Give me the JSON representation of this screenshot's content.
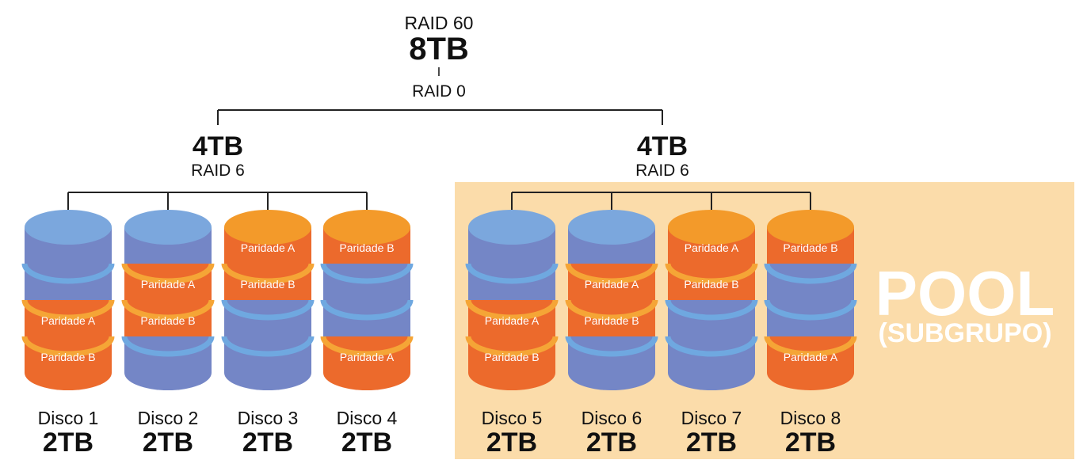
{
  "colors": {
    "blue": "#7486c6",
    "blue_top": "#7ba7dd",
    "blue_rim": "#6fa8e0",
    "orange": "#ec6a2c",
    "orange_top": "#f39a2a",
    "orange_rim": "#f5a536",
    "pool_bg": "#fbdcaa",
    "line": "#222222"
  },
  "top": {
    "raid_label": "RAID 60",
    "capacity": "8TB",
    "tick": "I",
    "stripe_label": "RAID 0"
  },
  "groups": [
    {
      "capacity": "4TB",
      "raid_label": "RAID 6",
      "disks": [
        {
          "name": "Disco 1",
          "capacity": "2TB",
          "segments": [
            {
              "color": "blue",
              "label": ""
            },
            {
              "color": "blue",
              "label": ""
            },
            {
              "color": "orange",
              "label": "Paridade A"
            },
            {
              "color": "orange",
              "label": "Paridade B"
            }
          ]
        },
        {
          "name": "Disco 2",
          "capacity": "2TB",
          "segments": [
            {
              "color": "blue",
              "label": ""
            },
            {
              "color": "orange",
              "label": "Paridade A"
            },
            {
              "color": "orange",
              "label": "Paridade B"
            },
            {
              "color": "blue",
              "label": ""
            }
          ]
        },
        {
          "name": "Disco 3",
          "capacity": "2TB",
          "segments": [
            {
              "color": "orange",
              "label": "Paridade A"
            },
            {
              "color": "orange",
              "label": "Paridade B"
            },
            {
              "color": "blue",
              "label": ""
            },
            {
              "color": "blue",
              "label": ""
            }
          ]
        },
        {
          "name": "Disco 4",
          "capacity": "2TB",
          "segments": [
            {
              "color": "orange",
              "label": "Paridade B"
            },
            {
              "color": "blue",
              "label": ""
            },
            {
              "color": "blue",
              "label": ""
            },
            {
              "color": "orange",
              "label": "Paridade A"
            }
          ]
        }
      ]
    },
    {
      "capacity": "4TB",
      "raid_label": "RAID 6",
      "disks": [
        {
          "name": "Disco 5",
          "capacity": "2TB",
          "segments": [
            {
              "color": "blue",
              "label": ""
            },
            {
              "color": "blue",
              "label": ""
            },
            {
              "color": "orange",
              "label": "Paridade A"
            },
            {
              "color": "orange",
              "label": "Paridade B"
            }
          ]
        },
        {
          "name": "Disco 6",
          "capacity": "2TB",
          "segments": [
            {
              "color": "blue",
              "label": ""
            },
            {
              "color": "orange",
              "label": "Paridade A"
            },
            {
              "color": "orange",
              "label": "Paridade B"
            },
            {
              "color": "blue",
              "label": ""
            }
          ]
        },
        {
          "name": "Disco 7",
          "capacity": "2TB",
          "segments": [
            {
              "color": "orange",
              "label": "Paridade A"
            },
            {
              "color": "orange",
              "label": "Paridade B"
            },
            {
              "color": "blue",
              "label": ""
            },
            {
              "color": "blue",
              "label": ""
            }
          ]
        },
        {
          "name": "Disco 8",
          "capacity": "2TB",
          "segments": [
            {
              "color": "orange",
              "label": "Paridade B"
            },
            {
              "color": "blue",
              "label": ""
            },
            {
              "color": "blue",
              "label": ""
            },
            {
              "color": "orange",
              "label": "Paridade A"
            }
          ]
        }
      ]
    }
  ],
  "pool": {
    "title": "POOL",
    "subtitle": "(SUBGRUPO)"
  }
}
